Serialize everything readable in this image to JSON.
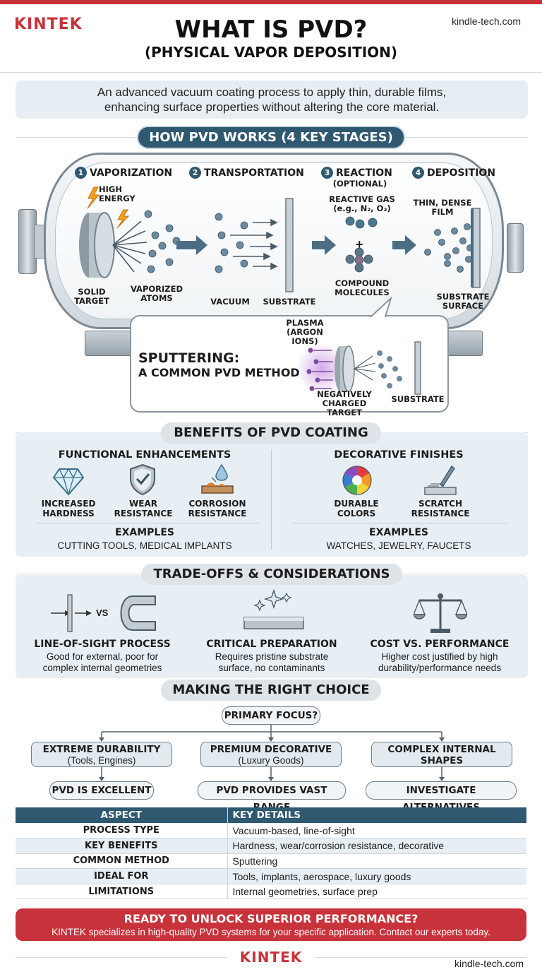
{
  "header": {
    "brand": "KINTEK",
    "site": "kindle-tech.com",
    "title": "WHAT IS PVD?",
    "subtitle": "(PHYSICAL VAPOR DEPOSITION)"
  },
  "intro": {
    "line1": "An advanced vacuum coating process to apply thin, durable films,",
    "line2": "enhancing surface properties without altering the core material."
  },
  "how_it_works": {
    "heading": "HOW PVD WORKS (4 KEY STAGES)",
    "stages": [
      {
        "num": "1",
        "title": "VAPORIZATION"
      },
      {
        "num": "2",
        "title": "TRANSPORTATION"
      },
      {
        "num": "3",
        "title": "REACTION"
      },
      {
        "num": "4",
        "title": "DEPOSITION"
      }
    ],
    "labels": {
      "optional": "(OPTIONAL)",
      "high_energy_1": "HIGH",
      "high_energy_2": "ENERGY",
      "solid_target_1": "SOLID",
      "solid_target_2": "TARGET",
      "vaporized_1": "VAPORIZED",
      "vaporized_2": "ATOMS",
      "vacuum": "VACUUM",
      "substrate": "SUBSTRATE",
      "reactive_gas": "REACTIVE GAS",
      "reactive_gas_eg": "(e.g., N₂, O₂)",
      "plus": "+",
      "compound_1": "COMPOUND",
      "compound_2": "MOLECULES",
      "thin_film_1": "THIN, DENSE",
      "thin_film_2": "FILM",
      "substrate_surface_1": "SUBSTRATE",
      "substrate_surface_2": "SURFACE"
    },
    "sputtering": {
      "title_1": "SPUTTERING:",
      "title_2": "A COMMON PVD METHOD",
      "plasma_1": "PLASMA",
      "plasma_2": "(ARGON IONS)",
      "target_1": "NEGATIVELY",
      "target_2": "CHARGED TARGET",
      "substrate": "SUBSTRATE"
    }
  },
  "benefits": {
    "heading": "BENEFITS OF PVD COATING",
    "functional": {
      "title": "FUNCTIONAL ENHANCEMENTS",
      "items": [
        {
          "l1": "INCREASED",
          "l2": "HARDNESS",
          "icon": "diamond-icon"
        },
        {
          "l1": "WEAR",
          "l2": "RESISTANCE",
          "icon": "shield-check-icon"
        },
        {
          "l1": "CORROSION",
          "l2": "RESISTANCE",
          "icon": "corrosion-droplet-icon"
        }
      ],
      "examples_label": "EXAMPLES",
      "examples": "CUTTING TOOLS,  MEDICAL IMPLANTS"
    },
    "decorative": {
      "title": "DECORATIVE FINISHES",
      "items": [
        {
          "l1": "DURABLE",
          "l2": "COLORS",
          "icon": "color-wheel-icon"
        },
        {
          "l1": "SCRATCH",
          "l2": "RESISTANCE",
          "icon": "scratch-tool-icon"
        }
      ],
      "examples_label": "EXAMPLES",
      "examples": "WATCHES,  JEWELRY,  FAUCETS"
    }
  },
  "tradeoffs": {
    "heading": "TRADE-OFFS & CONSIDERATIONS",
    "vs": "VS",
    "items": [
      {
        "title": "LINE-OF-SIGHT PROCESS",
        "d1": "Good for external, poor for",
        "d2": "complex internal geometries"
      },
      {
        "title": "CRITICAL PREPARATION",
        "d1": "Requires pristine substrate",
        "d2": "surface, no contaminants"
      },
      {
        "title": "COST VS. PERFORMANCE",
        "d1": "Higher cost justified by high",
        "d2": "durability/performance needs"
      }
    ]
  },
  "choice": {
    "heading": "MAKING THE RIGHT CHOICE",
    "root": "PRIMARY FOCUS?",
    "options": [
      {
        "title": "EXTREME DURABILITY",
        "sub": "(Tools, Engines)",
        "result": "PVD IS EXCELLENT"
      },
      {
        "title": "PREMIUM DECORATIVE",
        "sub": "(Luxury Goods)",
        "result": "PVD PROVIDES VAST RANGE"
      },
      {
        "title": "COMPLEX INTERNAL",
        "sub": "SHAPES",
        "result": "INVESTIGATE ALTERNATIVES"
      }
    ]
  },
  "table": {
    "headers": [
      "ASPECT",
      "KEY DETAILS"
    ],
    "rows": [
      [
        "PROCESS TYPE",
        "Vacuum-based, line-of-sight"
      ],
      [
        "KEY BENEFITS",
        "Hardness, wear/corrosion resistance, decorative"
      ],
      [
        "COMMON METHOD",
        "Sputtering"
      ],
      [
        "IDEAL FOR",
        "Tools, implants, aerospace, luxury goods"
      ],
      [
        "LIMITATIONS",
        "Internal geometries, surface prep"
      ]
    ]
  },
  "cta": {
    "title": "READY TO UNLOCK SUPERIOR PERFORMANCE?",
    "text": "KINTEK specializes in high-quality PVD systems for your specific application. Contact our experts today."
  },
  "footer": {
    "brand": "KINTEK",
    "site": "kindle-tech.com"
  },
  "colors": {
    "brand_red": "#c8323a",
    "navy": "#2f5871",
    "panel": "#e8eff4"
  }
}
